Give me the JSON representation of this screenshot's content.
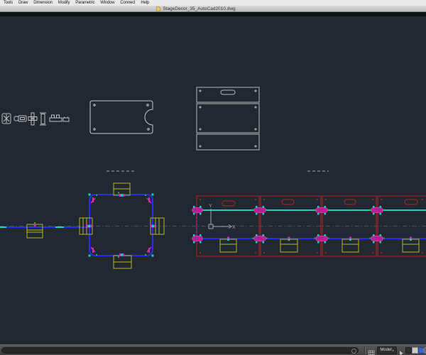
{
  "window": {
    "menu_items": [
      "Tools",
      "Draw",
      "Dimension",
      "Modify",
      "Parametric",
      "Window",
      "Connect",
      "Help"
    ],
    "title": "StageDecor_35_AutoCad2010.dwg"
  },
  "status_bar": {
    "model_button_label": "Model",
    "model_button_caret": "▾"
  },
  "canvas": {
    "ucs": {
      "x_label": "X",
      "y_label": "Y"
    }
  },
  "colors": {
    "canvas_background": "#212832",
    "entity_blue": "#2331e8",
    "entity_cyan": "#20cfc0",
    "entity_yellow": "#b5b51e",
    "entity_red": "#b42222",
    "entity_magenta": "#d828c0",
    "entity_green": "#22b822",
    "entity_gray": "#c0c0c0",
    "ucs_gray": "#9aa2ac"
  }
}
